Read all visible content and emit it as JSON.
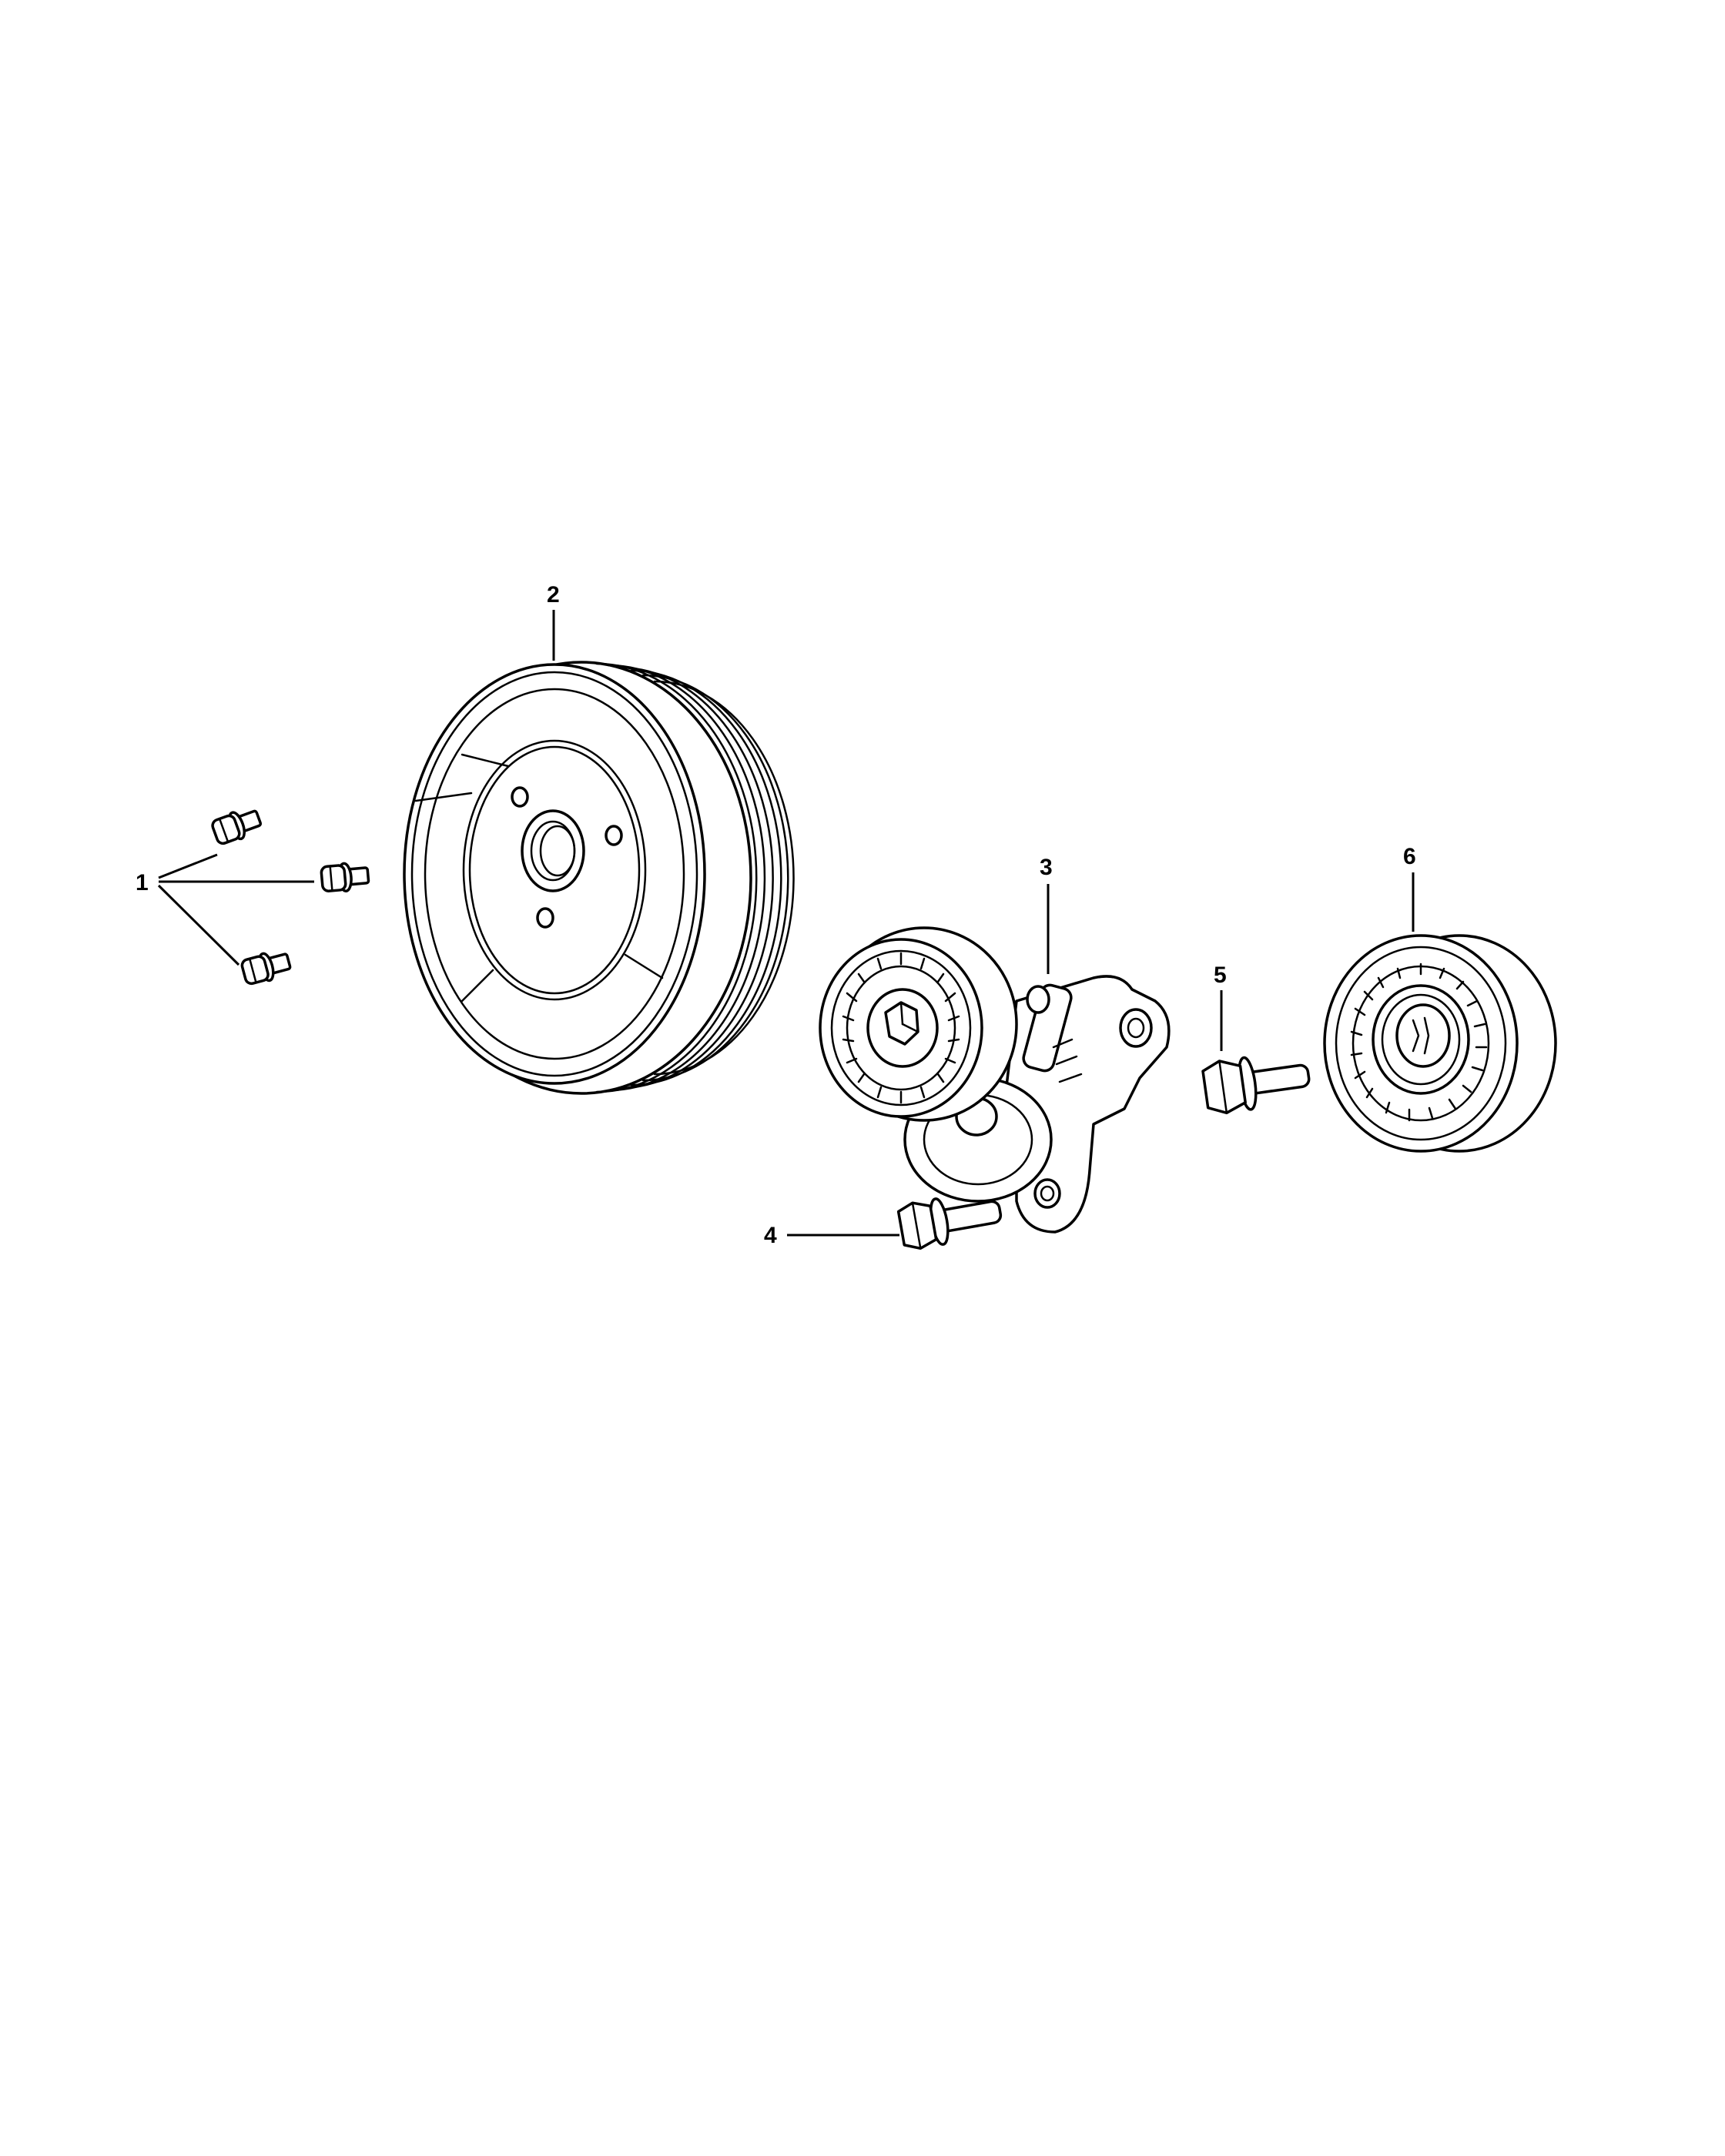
{
  "callouts": [
    {
      "id": "1",
      "label": "1"
    },
    {
      "id": "2",
      "label": "2"
    },
    {
      "id": "3",
      "label": "3"
    },
    {
      "id": "4",
      "label": "4"
    },
    {
      "id": "5",
      "label": "5"
    },
    {
      "id": "6",
      "label": "6"
    }
  ],
  "parts": [
    {
      "callout": "1",
      "icon": "flange-bolt-icon",
      "count": 3
    },
    {
      "callout": "2",
      "icon": "crankshaft-pulley-icon"
    },
    {
      "callout": "3",
      "icon": "belt-tensioner-icon"
    },
    {
      "callout": "4",
      "icon": "hex-bolt-icon"
    },
    {
      "callout": "5",
      "icon": "hex-bolt-icon"
    },
    {
      "callout": "6",
      "icon": "idler-pulley-icon"
    }
  ],
  "colors": {
    "line": "#000000",
    "background": "#ffffff"
  }
}
